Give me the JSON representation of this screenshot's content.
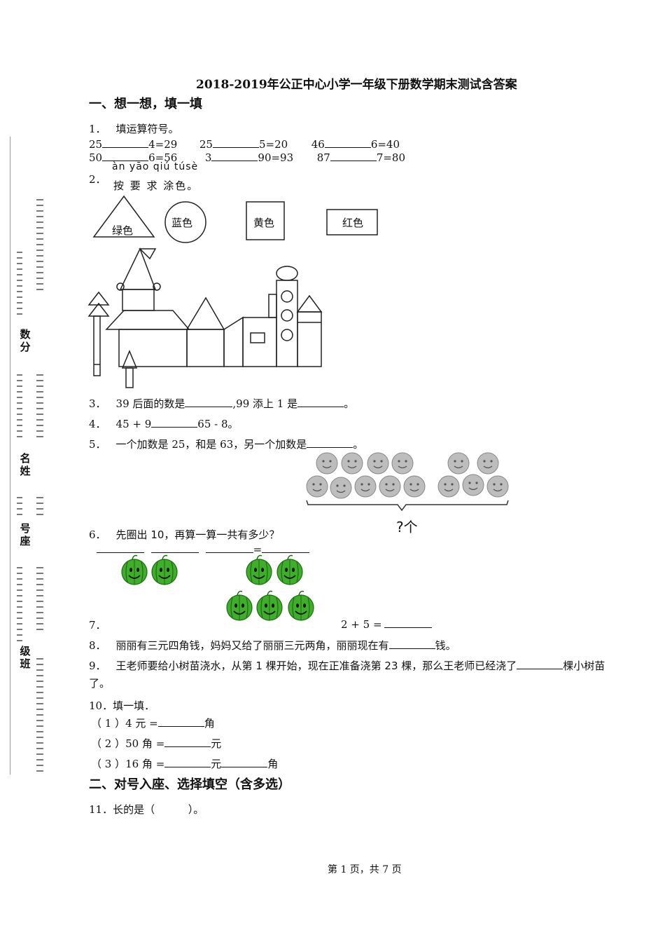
{
  "header": {
    "title": "2018-2019年公正中心小学一年级下册数学期末测试含答案"
  },
  "sidebar": {
    "labels": [
      "数",
      "分",
      "名",
      "姓",
      "号",
      "座",
      "级",
      "班"
    ]
  },
  "section1": {
    "heading": "一、想一想，填一填",
    "q1": {
      "num": "1．",
      "text": "填运算符号。",
      "row1": [
        {
          "a": "25",
          "b": "4=29"
        },
        {
          "a": "25",
          "b": "5=20"
        },
        {
          "a": "46",
          "b": "6=40"
        }
      ],
      "row2": [
        {
          "a": "50",
          "b": "6=56"
        },
        {
          "a": "3",
          "b": "90=93"
        },
        {
          "a": "87",
          "b": "7=80"
        }
      ]
    },
    "q2": {
      "num": "2．",
      "pinyin": "àn yāo qiú túsè",
      "text": "按 要 求 涂色。",
      "shapes": [
        "绿色",
        "蓝色",
        "黄色",
        "红色"
      ]
    },
    "q3": {
      "num": "3．",
      "a": "39 后面的数是",
      "b": ",99 添上 1 是",
      "end": "。"
    },
    "q4": {
      "num": "4．",
      "a": "45 + 9",
      "b": "65 - 8。"
    },
    "q5": {
      "num": "5．",
      "text": "一个加数是 25，和是 63，另一个加数是",
      "end": "。"
    },
    "q5_figure": {
      "label": "?个"
    },
    "q6": {
      "num": "6．",
      "text": "先圈出 10，再算一算一共有多少？",
      "eq": "="
    },
    "q7": {
      "num": "7．",
      "eq": "2 + 5 ="
    },
    "q8": {
      "num": "8．",
      "text": "丽丽有三元四角钱，妈妈又给了丽丽三元两角，丽丽现在有",
      "end": "钱。"
    },
    "q9": {
      "num": "9．",
      "text": "王老师要给小树苗浇水，从第 1 棵开始，现在正准备浇第 23 棵，那么王老师已经浇了",
      "end": "棵小树苗",
      "cont": "了。"
    },
    "q10": {
      "num": "10．",
      "text": "填一填．",
      "items": [
        {
          "label": "（ 1 ）4 元 =",
          "u1": "角",
          "u2": ""
        },
        {
          "label": "（ 2 ）50 角 =",
          "u1": "元",
          "u2": ""
        },
        {
          "label": "（ 3 ）16 角 =",
          "u1": "元",
          "u2": "角"
        }
      ]
    }
  },
  "section2": {
    "heading": "二、对号入座、选择填空（含多选）",
    "q11": {
      "num": "11．",
      "text": "长的是（          ）。"
    }
  },
  "footer": {
    "page": "第 1 页，共 7 页"
  }
}
